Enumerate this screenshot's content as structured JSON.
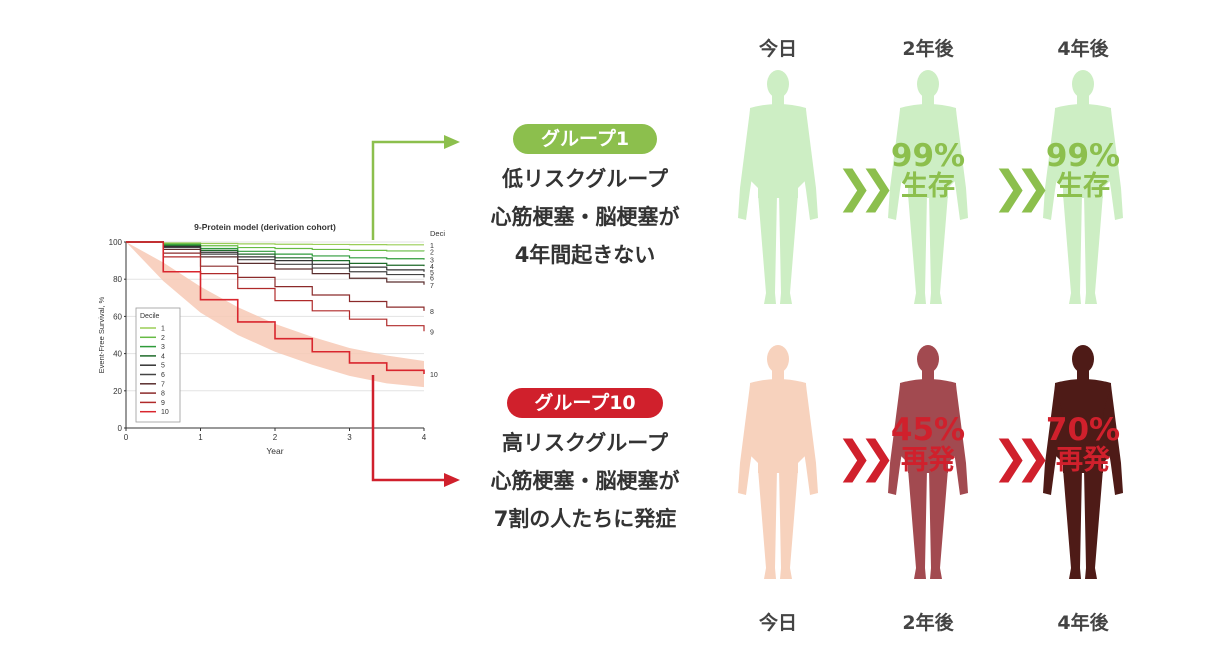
{
  "chart_data": {
    "type": "line",
    "title": "9-Protein model (derivation cohort)",
    "xlabel": "Year",
    "ylabel": "Event-Free Survival, %",
    "xlim": [
      0,
      4
    ],
    "ylim": [
      0,
      100
    ],
    "x_ticks": [
      "0",
      "1",
      "2",
      "3",
      "4"
    ],
    "y_ticks": [
      "0",
      "20",
      "40",
      "60",
      "80",
      "100"
    ],
    "legend_title": "Decile",
    "legend_position": "left",
    "right_label_header": "Deci",
    "x": [
      0,
      0.5,
      1,
      1.5,
      2,
      2.5,
      3,
      3.5,
      4
    ],
    "series": [
      {
        "name": "1",
        "color": "#9acd57",
        "values": [
          100,
          99.5,
          99.2,
          99,
          98.8,
          98.7,
          98.6,
          98.5,
          98.5
        ]
      },
      {
        "name": "2",
        "color": "#66bb44",
        "values": [
          100,
          99,
          98,
          97,
          96.5,
          96,
          95.5,
          95.2,
          95
        ]
      },
      {
        "name": "3",
        "color": "#2e9b3a",
        "values": [
          100,
          98.5,
          96.5,
          95,
          93.5,
          92.5,
          91.5,
          91,
          90.5
        ]
      },
      {
        "name": "4",
        "color": "#1e6b2a",
        "values": [
          100,
          98,
          95.5,
          93.5,
          91.5,
          90,
          88.5,
          87.5,
          87
        ]
      },
      {
        "name": "5",
        "color": "#333333",
        "values": [
          100,
          97.5,
          94.5,
          92,
          90,
          88,
          86.5,
          85,
          84
        ]
      },
      {
        "name": "6",
        "color": "#444444",
        "values": [
          100,
          97,
          93.5,
          90.5,
          88,
          86,
          84,
          82.5,
          81
        ]
      },
      {
        "name": "7",
        "color": "#5a2e2e",
        "values": [
          100,
          96,
          92,
          88.5,
          85.5,
          83,
          80.5,
          78.5,
          77
        ]
      },
      {
        "name": "8",
        "color": "#8b2a2a",
        "values": [
          100,
          94,
          87,
          81,
          76,
          71.5,
          68,
          65,
          63
        ]
      },
      {
        "name": "9",
        "color": "#b02a2a",
        "values": [
          100,
          92,
          83,
          75,
          68.5,
          63,
          58.5,
          55,
          52
        ]
      },
      {
        "name": "10",
        "color": "#d9262e",
        "values": [
          100,
          84,
          69,
          57,
          48,
          41,
          35,
          31,
          29
        ]
      }
    ],
    "ci_band_series": "10",
    "ci_band_upper": [
      100,
      89,
      76,
      65,
      56,
      49,
      43,
      39,
      36
    ],
    "ci_band_lower": [
      100,
      79,
      62,
      50,
      41,
      34,
      28,
      24,
      22
    ]
  },
  "groups": {
    "low": {
      "badge": "グループ1",
      "color": "#8cbf4d",
      "description": "低リスクグループ\n心筋梗塞・脳梗塞が\n4年間起きない",
      "stage_labels": [
        "今日",
        "2年後",
        "4年後"
      ],
      "stage_colors": [
        "#cdeec4",
        "#cdeec4",
        "#cdeec4"
      ],
      "overlays": [
        {
          "pct": "99%",
          "word": "生存"
        },
        {
          "pct": "99%",
          "word": "生存"
        }
      ],
      "overlay_color": "#8cbf4d",
      "chevron_color": "#8cbf4d"
    },
    "high": {
      "badge": "グループ10",
      "color": "#d0202c",
      "description": "高リスクグループ\n心筋梗塞・脳梗塞が\n7割の人たちに発症",
      "stage_labels": [
        "今日",
        "2年後",
        "4年後"
      ],
      "stage_colors": [
        "#f7d2bd",
        "#a24a50",
        "#4e1b17"
      ],
      "overlays": [
        {
          "pct": "45%",
          "word": "再発"
        },
        {
          "pct": "70%",
          "word": "再発"
        }
      ],
      "overlay_color": "#d0202c",
      "chevron_color": "#d0202c"
    }
  },
  "arrows": {
    "top_color": "#8cbf4d",
    "bottom_color": "#d0202c"
  }
}
